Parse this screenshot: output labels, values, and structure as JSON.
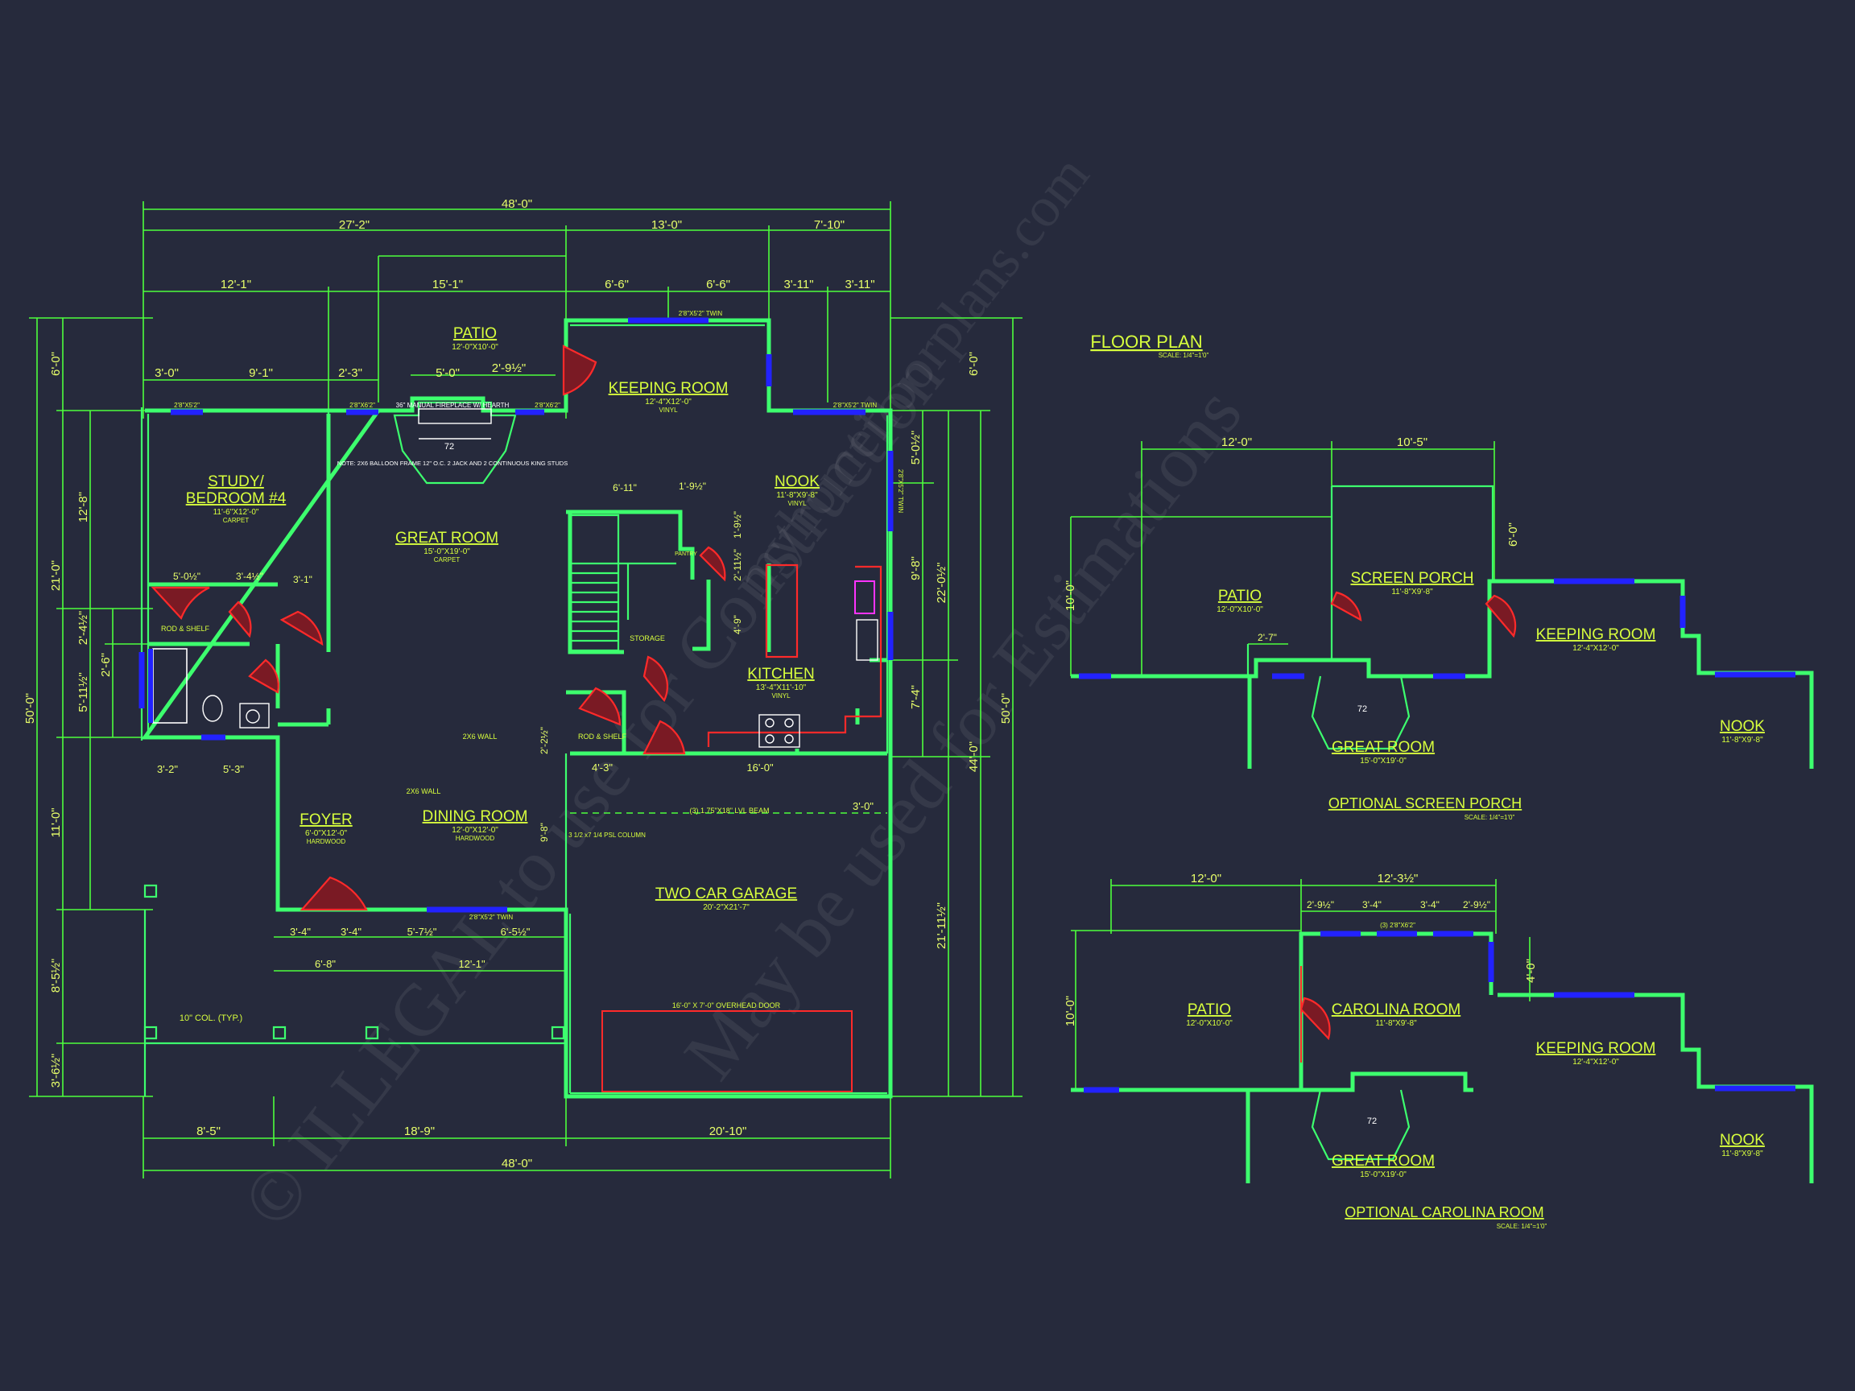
{
  "colors": {
    "background": "#262a3c",
    "walls": "#3dff6e",
    "dimensions": "#4dff3d",
    "text": "#d8ff3d",
    "windows": "#2222ff",
    "doors": "#ff2a2a"
  },
  "watermark": {
    "line1": "© ILLEGAL to use for Construction",
    "line2": "May be used for Estimations",
    "line3": "myhomefloorplans.com"
  },
  "main": {
    "title": "FLOOR PLAN",
    "scale": "SCALE: 1/4\"=1'0\"",
    "overall": {
      "width_top": "48'-0\"",
      "width_bottom": "48'-0\"",
      "depth_left": "50'-0\"",
      "depth_right": "50'-0\""
    },
    "dims_top_row1": [
      "27'-2\"",
      "13'-0\"",
      "7'-10\""
    ],
    "dims_top_row2": [
      "12'-1\"",
      "15'-1\"",
      "6'-6\"",
      "6'-6\"",
      "3'-11\"",
      "3'-11\""
    ],
    "dims_patio": [
      "3'-0\"",
      "9'-1\"",
      "2'-3\"",
      "5'-0\"",
      "2'-9½\""
    ],
    "dims_left": [
      "6'-0\"",
      "21'-0\"",
      "12'-8\"",
      "2'-4½\"",
      "2'-6\"",
      "5'-11½\"",
      "11'-0\"",
      "8'-5½\"",
      "3'-6½\""
    ],
    "dims_right": [
      "6'-0\"",
      "5'-0½\"",
      "9'-8\"",
      "22'-0½\"",
      "7'-4\"",
      "44'-0\"",
      "21'-11½\""
    ],
    "dims_bottom": [
      "8'-5\"",
      "18'-9\"",
      "20'-10\""
    ],
    "dims_interior": [
      "5'-0½\"",
      "3'-4½\"",
      "3'-1\"",
      "6'-11\"",
      "1'-9½\"",
      "1'-9½\"",
      "2'-11½\"",
      "4'-9\"",
      "3'-2\"",
      "5'-3\"",
      "3'-4\"",
      "3'-4\"",
      "5'-7½\"",
      "6'-5½\"",
      "6'-8\"",
      "12'-1\"",
      "4'-3\"",
      "16'-0\"",
      "3'-0\"",
      "2'-2½\"",
      "9'-8\""
    ],
    "rooms": [
      {
        "name": "PATIO",
        "size": "12'-0\"X10'-0\"",
        "finish": ""
      },
      {
        "name": "KEEPING ROOM",
        "size": "12'-4\"X12'-0\"",
        "finish": "VINYL"
      },
      {
        "name": "STUDY/",
        "name2": "BEDROOM #4",
        "size": "11'-6\"X12'-0\"",
        "finish": "CARPET"
      },
      {
        "name": "GREAT ROOM",
        "size": "15'-0\"X19'-0\"",
        "finish": "CARPET"
      },
      {
        "name": "NOOK",
        "size": "11'-8\"X9'-8\"",
        "finish": "VINYL"
      },
      {
        "name": "KITCHEN",
        "size": "13'-4\"X11'-10\"",
        "finish": "VINYL"
      },
      {
        "name": "FOYER",
        "size": "6'-0\"X12'-0\"",
        "finish": "HARDWOOD"
      },
      {
        "name": "DINING ROOM",
        "size": "12'-0\"X12'-0\"",
        "finish": "HARDWOOD"
      },
      {
        "name": "TWO CAR GARAGE",
        "size": "20'-2\"X21'-7\"",
        "finish": ""
      }
    ],
    "notes": {
      "fireplace": "36\" MANUAL FIREPLACE W/ HEARTH",
      "balloon": "NOTE: 2X6 BALLOON FRAME 12\" O.C. 2 JACK AND 2 CONTINUOUS KING STUDS",
      "hearth_dim": "72",
      "beam": "(3) 1.75\"X18\" LVL BEAM",
      "column": "3 1/2 x7 1/4 PSL COLUMN",
      "overhead": "16'-0\" X 7'-0\" OVERHEAD DOOR",
      "col_typ": "10\" COL. (TYP.)",
      "wall1": "2X6 WALL",
      "wall2": "2X6 WALL",
      "storage": "STORAGE",
      "pantry": "PANTRY",
      "rod1": "ROD & SHELF",
      "rod2": "ROD & SHELF",
      "win1": "2'8\"X5'2\"",
      "win2": "2'8\"X6'2\"",
      "win3": "2'8\"X6'2\"",
      "win4": "2'8\"X5'2\" TWIN",
      "win5": "2'8\"X5'2\" TWIN",
      "win6": "2'8\"X5'2\" TWIN",
      "win7": "2'8\"X5'2\" TWIN"
    }
  },
  "screen_porch": {
    "title": "OPTIONAL SCREEN PORCH",
    "scale": "SCALE: 1/4\"=1'0\"",
    "dims": [
      "12'-0\"",
      "10'-5\"",
      "10'-0\"",
      "6'-0\"",
      "2'-7\""
    ],
    "rooms": [
      {
        "name": "PATIO",
        "size": "12'-0\"X10'-0\""
      },
      {
        "name": "SCREEN PORCH",
        "size": "11'-8\"X9'-8\""
      },
      {
        "name": "KEEPING ROOM",
        "size": "12'-4\"X12'-0\""
      },
      {
        "name": "NOOK",
        "size": "11'-8\"X9'-8\""
      },
      {
        "name": "GREAT ROOM",
        "size": "15'-0\"X19'-0\""
      }
    ]
  },
  "carolina": {
    "title": "OPTIONAL CAROLINA ROOM",
    "scale": "SCALE: 1/4\"=1'0\"",
    "dims": [
      "12'-0\"",
      "12'-3½\"",
      "2'-9½\"",
      "3'-4\"",
      "3'-4\"",
      "2'-9½\"",
      "10'-0\"",
      "4'-0\""
    ],
    "windows": "(3) 2'8\"X6'2\"",
    "rooms": [
      {
        "name": "PATIO",
        "size": "12'-0\"X10'-0\""
      },
      {
        "name": "CAROLINA ROOM",
        "size": "11'-8\"X9'-8\""
      },
      {
        "name": "KEEPING ROOM",
        "size": "12'-4\"X12'-0\""
      },
      {
        "name": "NOOK",
        "size": "11'-8\"X9'-8\""
      },
      {
        "name": "GREAT ROOM",
        "size": "15'-0\"X19'-0\""
      }
    ]
  }
}
